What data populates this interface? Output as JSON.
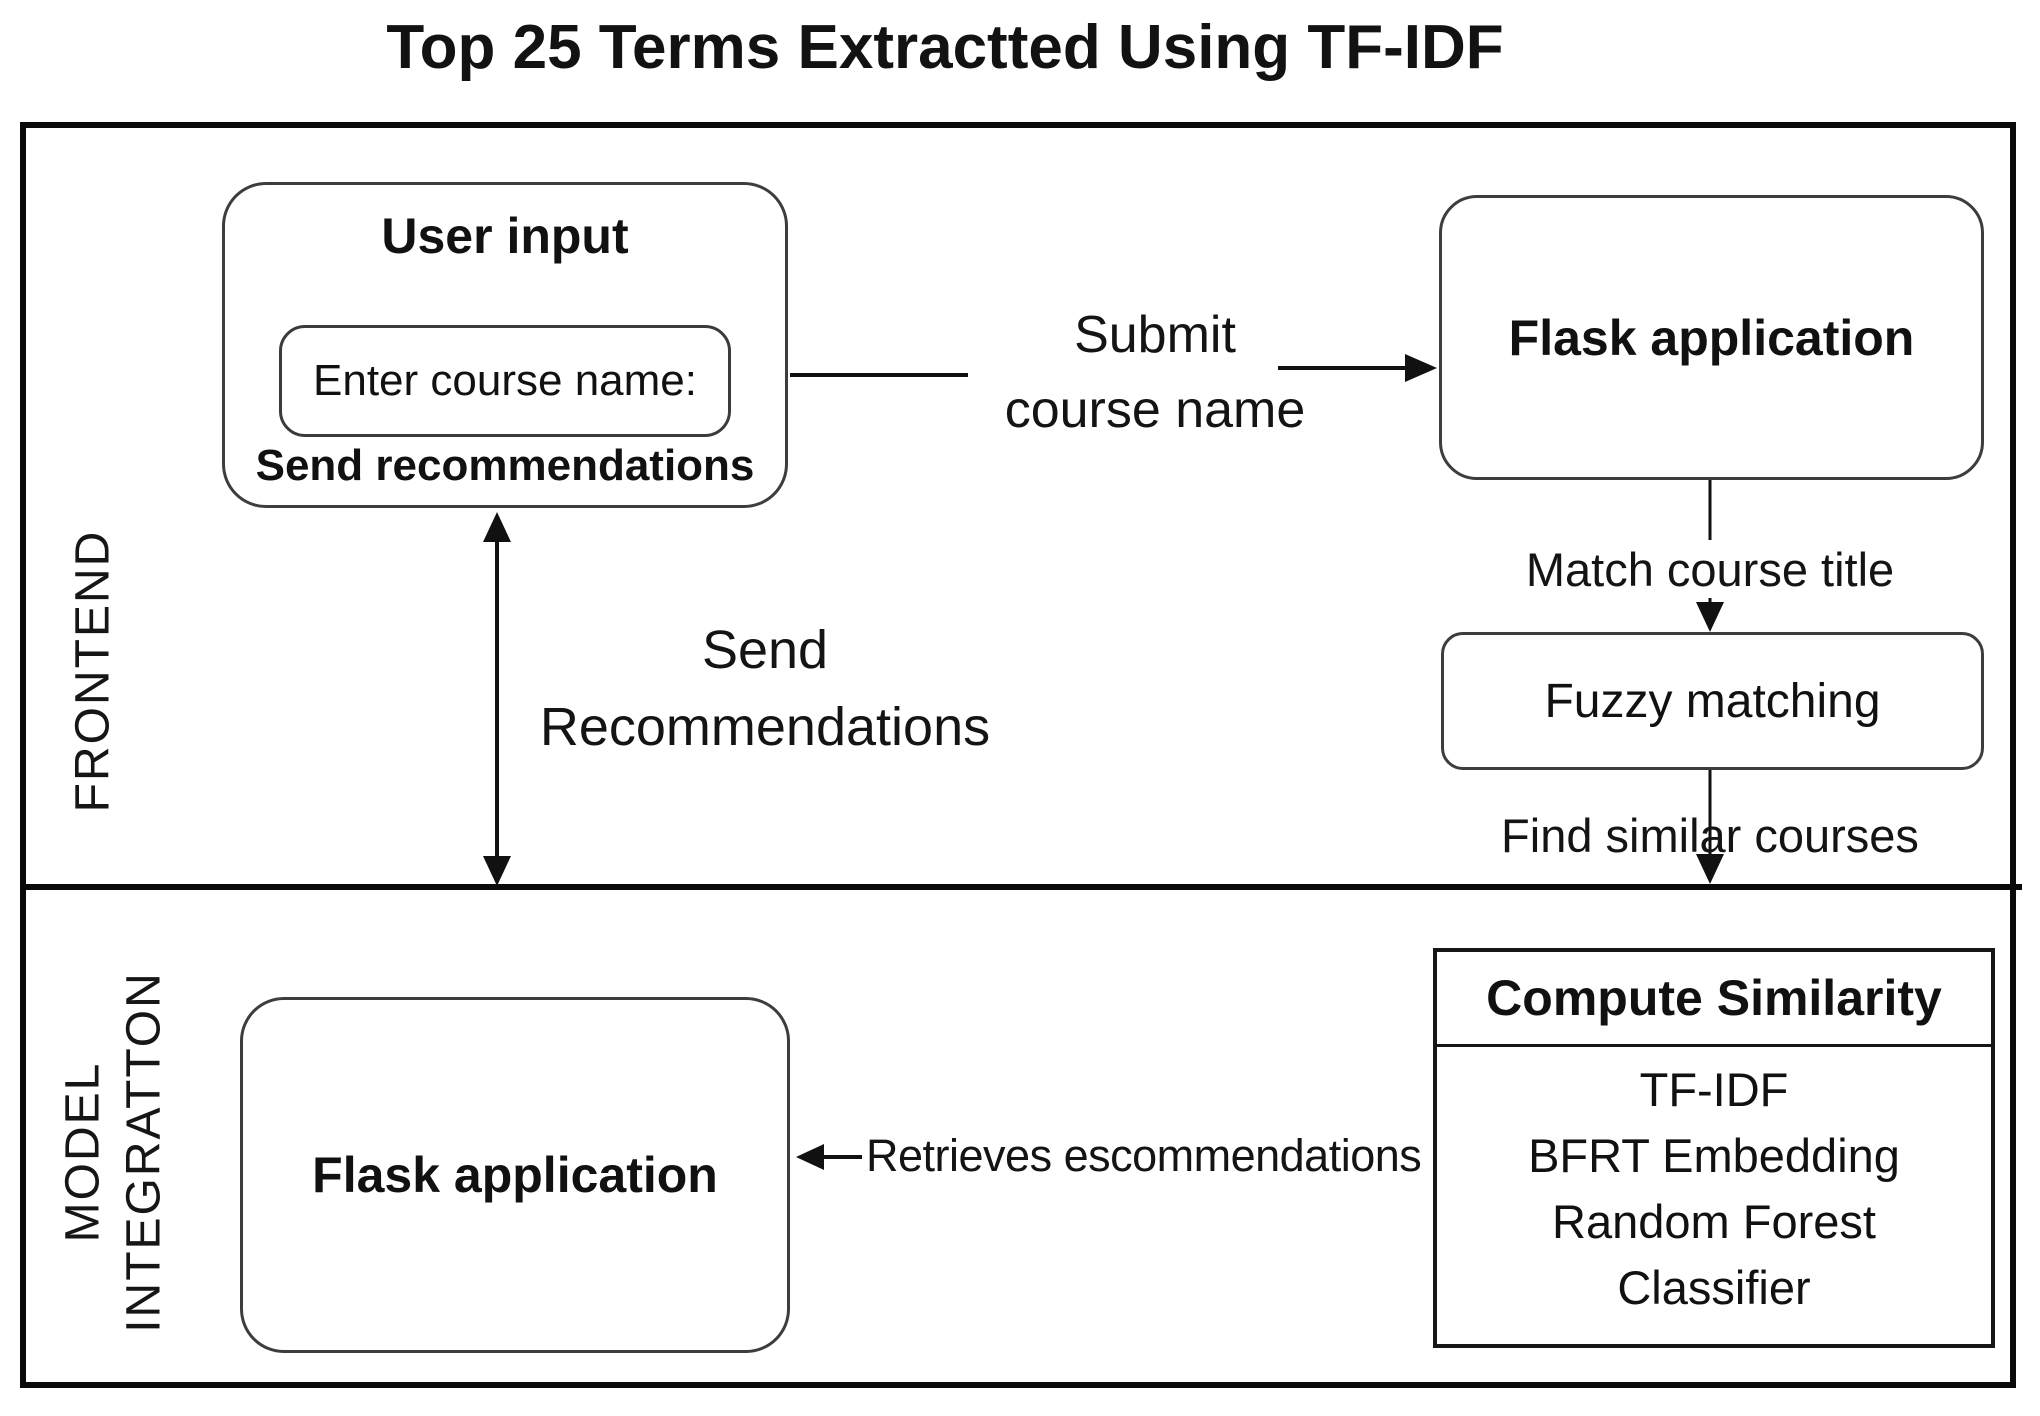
{
  "title": "Top 25 Terms Extractted Using TF-IDF",
  "sections": {
    "frontend_label": "FRONTEND",
    "model_integration_label": "MODEL\nINTEGRATTON"
  },
  "nodes": {
    "user_input": {
      "title": "User input",
      "field_label": "Enter course name:",
      "action_label": "Send recommendations"
    },
    "flask_frontend": {
      "label": "Flask application"
    },
    "fuzzy_matching": {
      "label": "Fuzzy matching"
    },
    "flask_model": {
      "label": "Flask application"
    },
    "compute_similarity": {
      "title": "Compute Similarity",
      "items": [
        "TF-IDF",
        "BFRT Embedding",
        "Random Forest",
        "Classifier"
      ]
    }
  },
  "edges": {
    "submit_course_name": "Submit\ncourse name",
    "match_course_title": "Match course title",
    "find_similar_courses": "Find similar courses",
    "send_recommendations": "Send\nRecommendations",
    "retrieves_recommendations": "Retrieves escommendations"
  }
}
